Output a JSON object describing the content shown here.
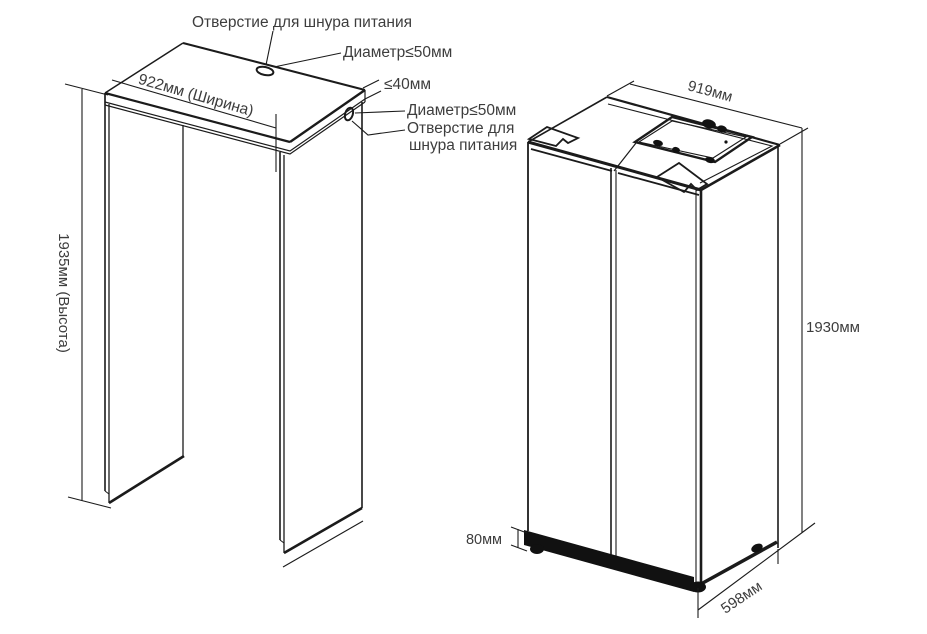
{
  "diagram_title": "refrigerator-installation-dimensions",
  "niche": {
    "label_power_cord_top": "Отверстие для шнура питания",
    "label_diameter_top": "Диаметр≤50мм",
    "label_width": "922мм (Ширина)",
    "label_thickness": "≤40мм",
    "label_diameter_side": "Диаметр≤50мм",
    "label_power_cord_side_line1": "Отверстие для",
    "label_power_cord_side_line2": "шнура питания",
    "label_height": "1935мм (Высота)"
  },
  "fridge": {
    "label_width": "919мм",
    "label_height": "1930мм",
    "label_clearance": "80мм",
    "label_depth": "598мм"
  },
  "colors": {
    "line": "#1b1b1b",
    "text": "#3d3d3d",
    "background": "#ffffff"
  }
}
